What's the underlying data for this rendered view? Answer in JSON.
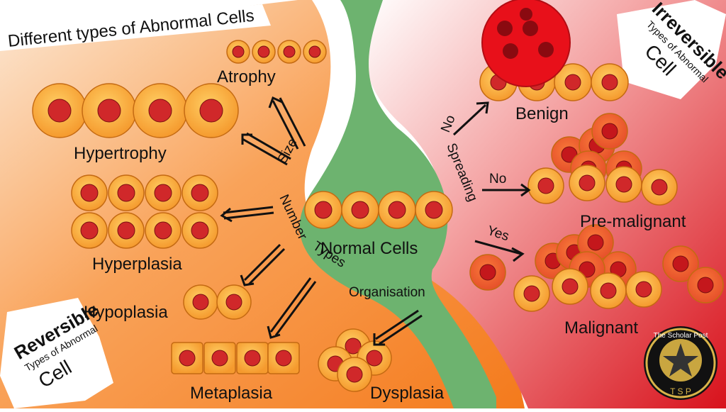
{
  "title": "Different types of Abnormal Cells",
  "center": {
    "normal_label": "Normal Cells",
    "size_label": "Size",
    "number_label": "Number",
    "types_label": "Types",
    "organisation_label": "Organisation",
    "spreading_label": "Spreading"
  },
  "reversible_badge": {
    "big": "Reversible",
    "small": "Types of Abnormal",
    "cell": "Cell"
  },
  "irreversible_badge": {
    "big": "Irreversible",
    "small": "Types of Abnormal",
    "cell": "Cell"
  },
  "cell_types": {
    "atrophy": "Atrophy",
    "hypertrophy": "Hypertrophy",
    "hyperplasia": "Hyperplasia",
    "hypoplasia": "Hypoplasia",
    "metaplasia": "Metaplasia",
    "dysplasia": "Dysplasia",
    "benign": "Benign",
    "pre_malignant": "Pre-malignant",
    "malignant": "Malignant"
  },
  "branch_labels": {
    "no_top": "No",
    "no_mid": "No",
    "yes": "Yes"
  },
  "logo": {
    "ring_text": "The Scholar Post",
    "initials": "T S P"
  },
  "colors": {
    "cell_outer": "#f7a93b",
    "cell_nucleus": "#d0282a",
    "normal_region": "#6db36f",
    "reversible_bg": "#f78a2c",
    "irreversible_bg": "#e01a22"
  }
}
